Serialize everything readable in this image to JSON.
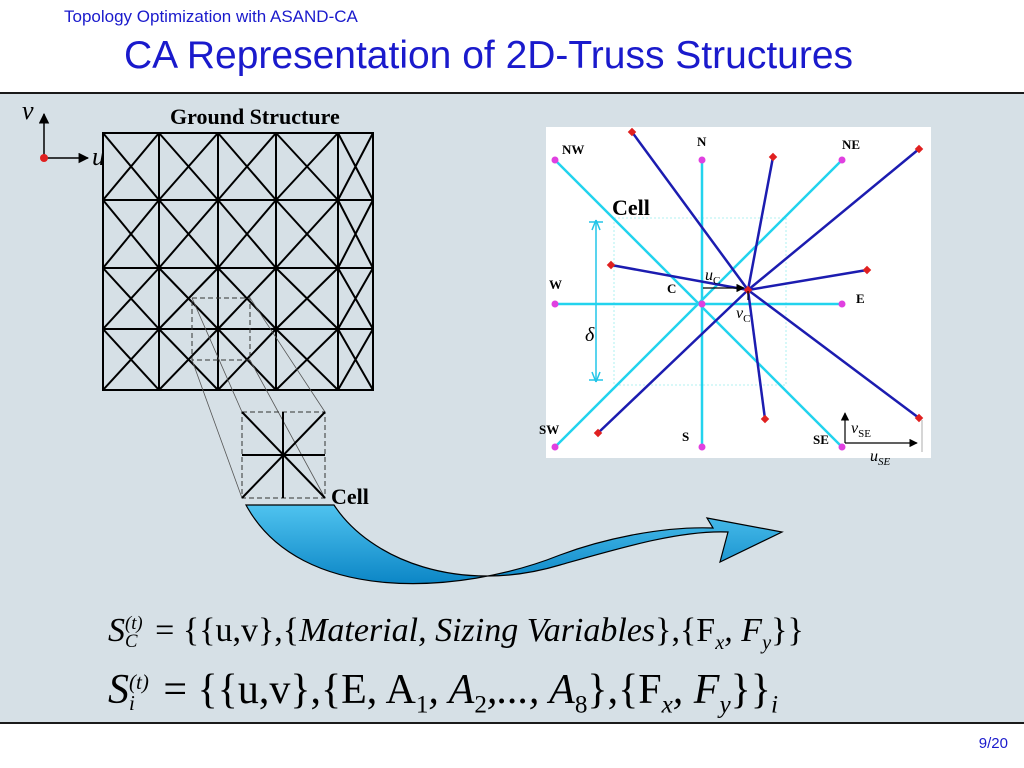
{
  "header": {
    "subtitle": "Topology Optimization with ASAND-CA",
    "title": "CA Representation of 2D-Truss Structures"
  },
  "axes": {
    "v_label": "v",
    "u_label": "u"
  },
  "ground_structure": {
    "label": "Ground Structure",
    "cell_label": "Cell"
  },
  "cell_diagram": {
    "cell_label": "Cell",
    "nw": "NW",
    "n": "N",
    "ne": "NE",
    "w": "W",
    "c": "C",
    "e": "E",
    "sw": "SW",
    "s": "S",
    "se": "SE",
    "uc_main": "u",
    "uc_sub": "C",
    "vc_main": "v",
    "vc_sub": "C",
    "delta": "δ",
    "vse_main": "v",
    "vse_sub": "SE",
    "use_main": "u",
    "use_sub": "SE"
  },
  "equation1": {
    "S": "S",
    "sup": "(t)",
    "sub": "C",
    "body1": " = {{u,v},{",
    "body2": "Material, Sizing Variables",
    "body3": "},{F",
    "fx": "x",
    "comma": ", F",
    "fy": "y",
    "end": "}}"
  },
  "equation2": {
    "S": "S",
    "sup": "(t)",
    "sub": "i",
    "body1": " = {{u,v},{E, A",
    "a1": "1",
    "mid1": ", A",
    "a2": "2",
    "mid2": ",..., A",
    "a8": "8",
    "body2": "},{F",
    "fx": "x",
    "comma": ", F",
    "fy": "y",
    "end": "}}",
    "final_sub": "i"
  },
  "footer": {
    "page": "9/20"
  },
  "colors": {
    "blue_title": "#1a1acc",
    "cyan": "#22d3ee",
    "navy": "#1c1cb0",
    "panel_bg": "#d6e0e6",
    "arrow_fill": "#1b9fd6"
  }
}
